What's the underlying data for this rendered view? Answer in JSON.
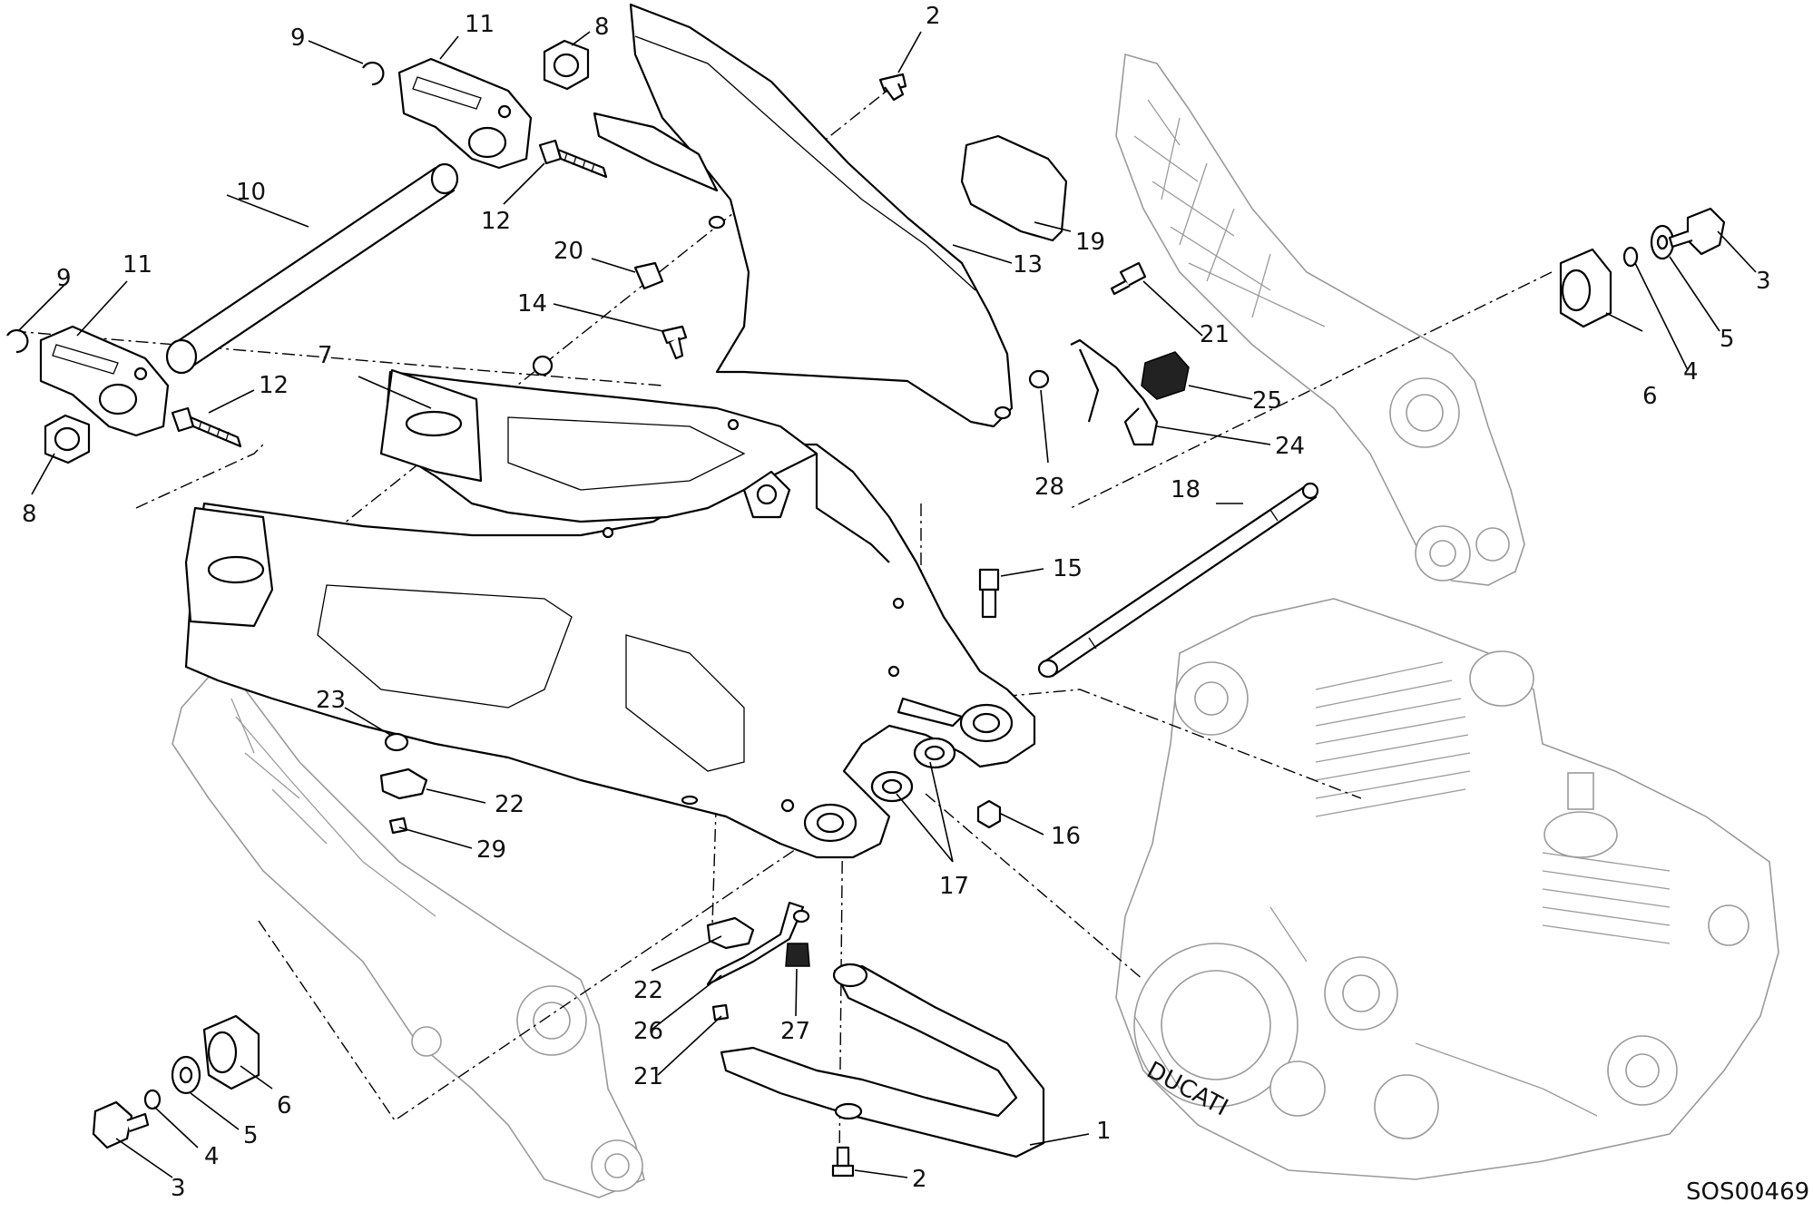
{
  "diagram_code": "SOS00469",
  "engine_brand": "DUCATI",
  "callouts": {
    "c1": "1",
    "c2_top": "2",
    "c2_bottom": "2",
    "c3_right": "3",
    "c3_left": "3",
    "c4_right": "4",
    "c4_left": "4",
    "c5_right": "5",
    "c5_left": "5",
    "c6_right": "6",
    "c6_left": "6",
    "c7": "7",
    "c8_top": "8",
    "c8_bottom": "8",
    "c9_top": "9",
    "c9_bottom": "9",
    "c10": "10",
    "c11_top": "11",
    "c11_bottom": "11",
    "c12_top": "12",
    "c12_bottom": "12",
    "c13": "13",
    "c14": "14",
    "c15": "15",
    "c16": "16",
    "c17": "17",
    "c18": "18",
    "c19": "19",
    "c20": "20",
    "c21_top": "21",
    "c21_bottom": "21",
    "c22_top": "22",
    "c22_bottom": "22",
    "c23": "23",
    "c24": "24",
    "c25": "25",
    "c26": "26",
    "c27": "27",
    "c28": "28",
    "c29": "29"
  }
}
